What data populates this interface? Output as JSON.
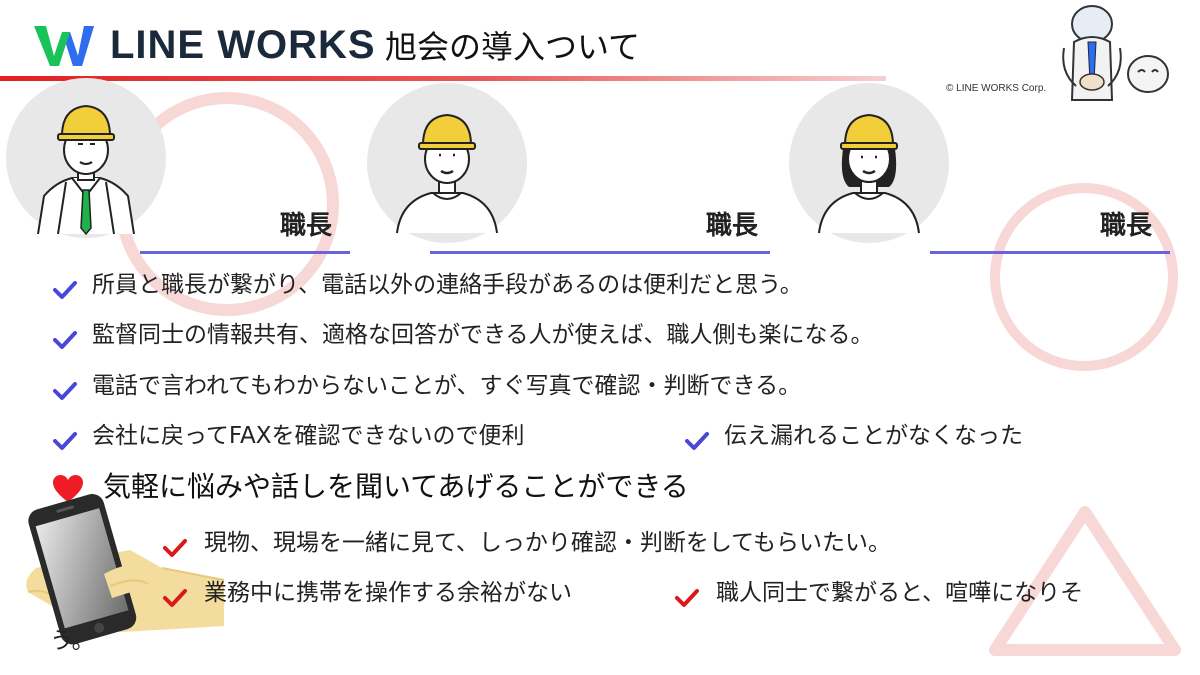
{
  "header": {
    "brand": "LINE WORKS",
    "title": "旭会の導入ついて",
    "copyright": "© LINE WORKS Corp."
  },
  "people": [
    {
      "role": "職長"
    },
    {
      "role": "職長"
    },
    {
      "role": "職長"
    }
  ],
  "feedback_positive": [
    "所員と職長が繋がり、電話以外の連絡手段があるのは便利だと思う。",
    "監督同士の情報共有、適格な回答ができる人が使えば、職人側も楽になる。",
    "電話で言われてもわからないことが、すぐ写真で確認・判断できる。",
    "会社に戻ってFAXを確認できないので便利",
    "伝え漏れることがなくなった"
  ],
  "highlight": "気軽に悩みや話しを聞いてあげることができる",
  "feedback_concerns": [
    "現物、現場を一緒に見て、しっかり確認・判断をしてもらいたい。",
    "業務中に携帯を操作する余裕がない",
    "職人同士で繋がると、喧嘩になりそ",
    "う。"
  ],
  "colors": {
    "accent_red": "#e12020",
    "check_blue": "#4b47d6",
    "check_red": "#d91a1a",
    "underline": "#6c63d9",
    "logo_green": "#19c35a",
    "logo_blue": "#2f6cf0"
  },
  "icons": {
    "positive": "check-blue-icon",
    "concern": "check-red-icon",
    "highlight": "heart-icon"
  }
}
